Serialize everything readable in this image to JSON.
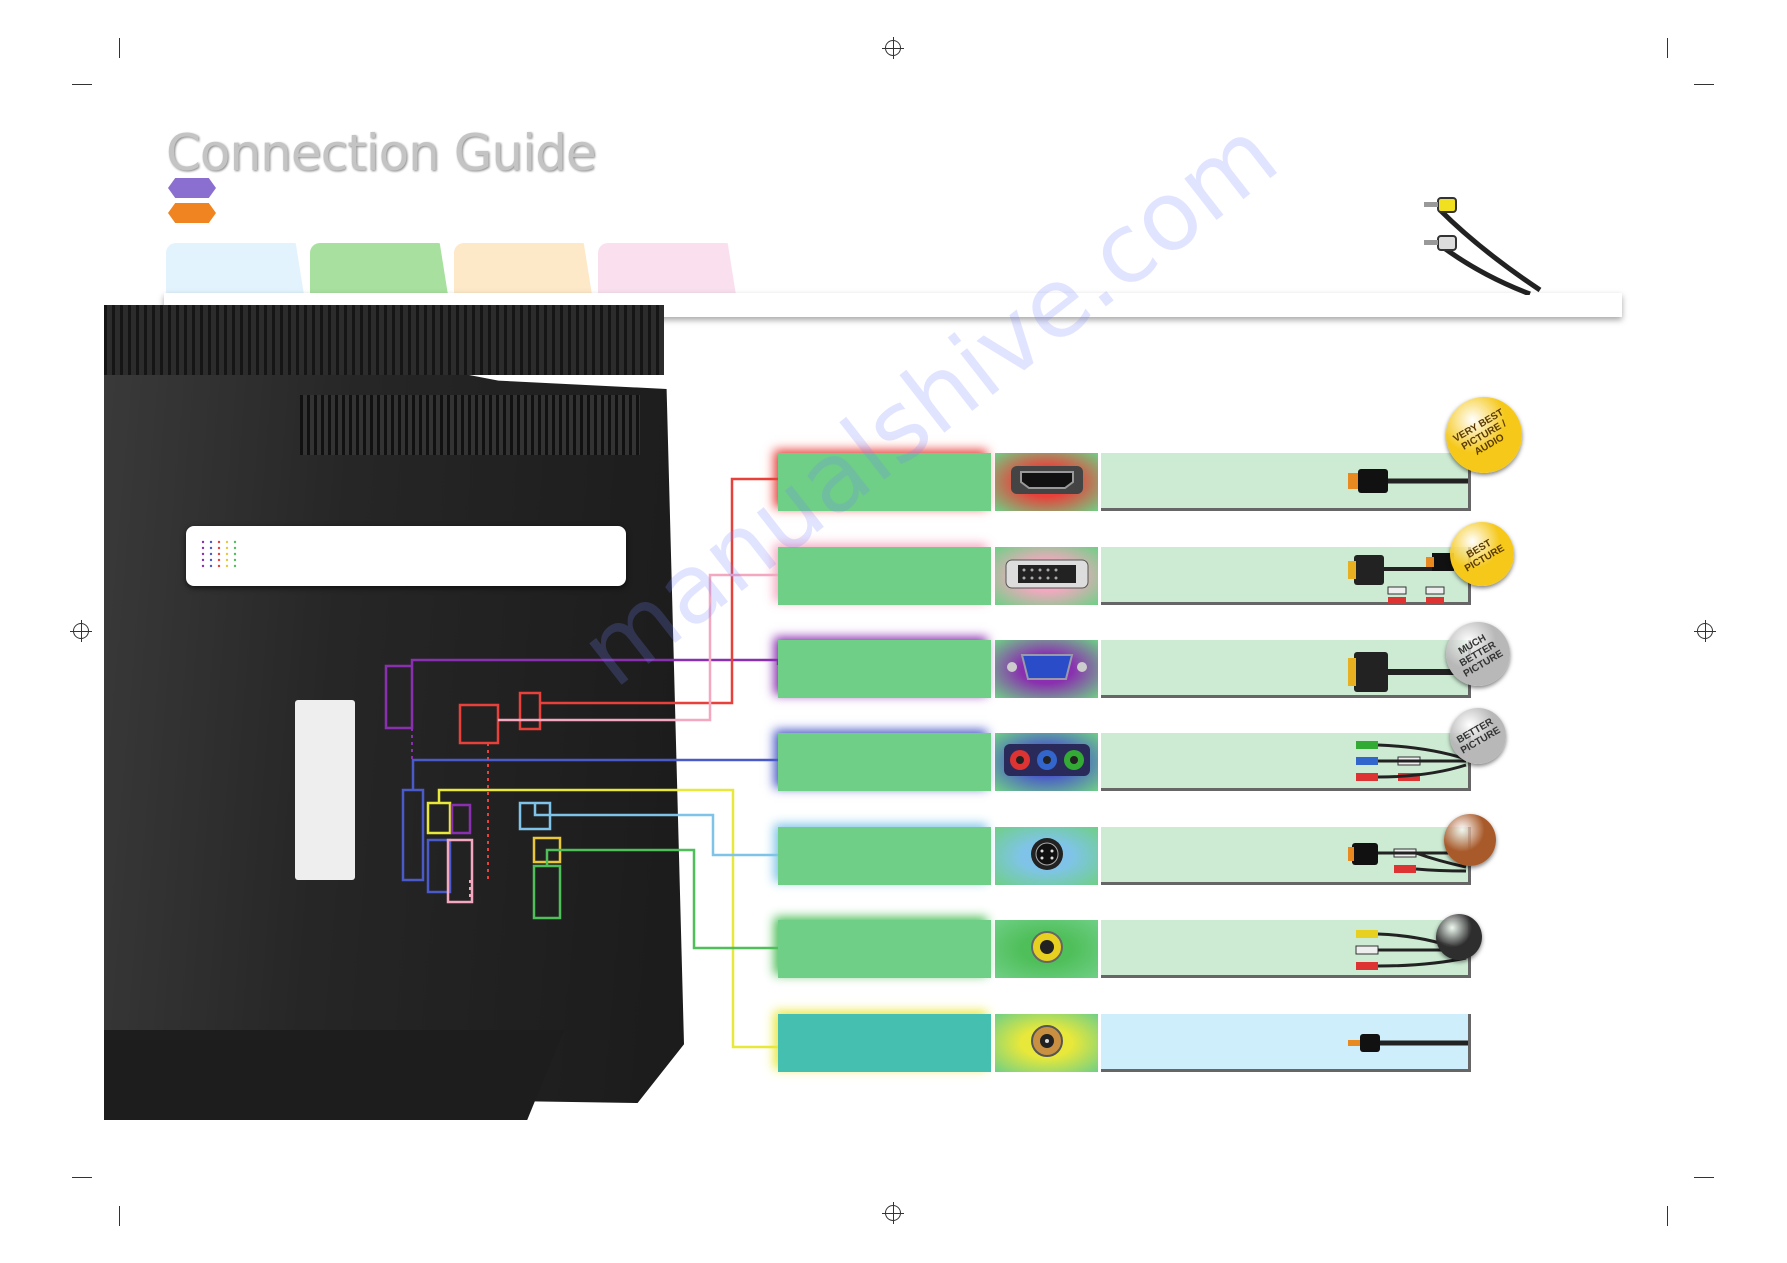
{
  "page": {
    "title": "Connection Guide",
    "watermark": "manualshive.com"
  },
  "header_markers": [
    {
      "color": "#8b6fd0"
    },
    {
      "color": "#f08420"
    }
  ],
  "tabs": [
    {
      "color": "#e3f3fd"
    },
    {
      "color": "#a8e0a0"
    },
    {
      "color": "#fde8c8"
    },
    {
      "color": "#fae0ee"
    }
  ],
  "connections": [
    {
      "id": "hdmi",
      "glow": "#e8403a",
      "port_bg": "#e8403a",
      "port_icon": "hdmi-port-icon",
      "desc_bg": "#cdebd3",
      "cable_icon": "hdmi-cable-icon"
    },
    {
      "id": "dvi",
      "glow": "#f4a8c0",
      "port_bg": "#f4a8c0",
      "port_icon": "dvi-port-icon",
      "desc_bg": "#cdebd3",
      "cable_icon": "dvi-audio-cable-icon"
    },
    {
      "id": "vga",
      "glow": "#8a2fb0",
      "port_bg": "#8a2fb0",
      "port_icon": "vga-port-icon",
      "desc_bg": "#cdebd3",
      "cable_icon": "vga-cable-icon"
    },
    {
      "id": "component",
      "glow": "#4a5ac8",
      "port_bg": "#4a5ac8",
      "port_icon": "component-port-icon",
      "desc_bg": "#cdebd3",
      "cable_icon": "component-cable-icon"
    },
    {
      "id": "svideo",
      "glow": "#7fc4e8",
      "port_bg": "#7fc4e8",
      "port_icon": "svideo-port-icon",
      "desc_bg": "#cdebd3",
      "cable_icon": "svideo-cable-icon"
    },
    {
      "id": "composite",
      "glow": "#4fbf5a",
      "port_bg": "#4fbf5a",
      "port_icon": "composite-port-icon",
      "desc_bg": "#cdebd3",
      "cable_icon": "composite-cable-icon"
    },
    {
      "id": "antenna",
      "glow": "#e8e83a",
      "port_bg": "#e8e83a",
      "port_icon": "coax-port-icon",
      "desc_bg": "#cdeefa",
      "cable_icon": "coax-cable-icon"
    }
  ],
  "badges": [
    {
      "text": "VERY BEST\nPICTURE /\nAUDIO",
      "color": "#f5c81a",
      "text_color": "#5a3a00"
    },
    {
      "text": "BEST\nPICTURE",
      "color": "#f5c81a",
      "text_color": "#5a3a00"
    },
    {
      "text": "MUCH\nBETTER\nPICTURE",
      "color": "#b8b8b8",
      "text_color": "#333333"
    },
    {
      "text": "BETTER\nPICTURE",
      "color": "#b8b8b8",
      "text_color": "#333333"
    },
    {
      "text": "",
      "color": "#a85a2a",
      "text_color": "#333333"
    },
    {
      "text": "",
      "color": "#2e2e2e",
      "text_color": "#333333"
    }
  ]
}
